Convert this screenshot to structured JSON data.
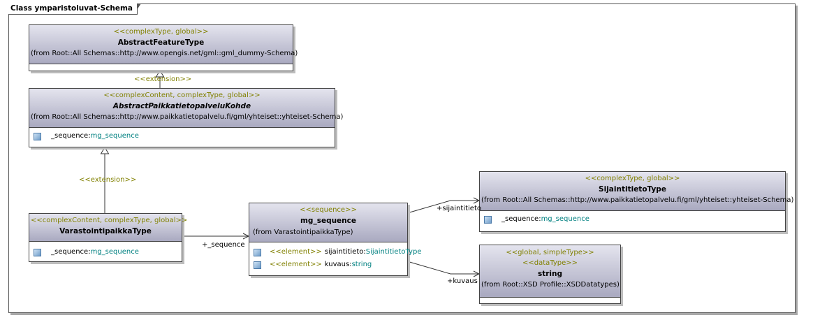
{
  "frame": {
    "title": "Class ymparistoluvat-Schema"
  },
  "classes": {
    "abstract_feature": {
      "stereotype": "<<complexType, global>>",
      "name": "AbstractFeatureType",
      "from": "(from Root::All Schemas::http://www.opengis.net/gml::gml_dummy-Schema)"
    },
    "abstract_paikka": {
      "stereotype": "<<complexContent, complexType, global>>",
      "name": "AbstractPaikkatietopalveluKohde",
      "from": "(from Root::All Schemas::http://www.paikkatietopalvelu.fi/gml/yhteiset::yhteiset-Schema)",
      "attr_name": "_sequence:",
      "attr_type": "mg_sequence"
    },
    "varastointi": {
      "stereotype": "<<complexContent, complexType, global>>",
      "name": "VarastointipaikkaType",
      "attr_name": "_sequence:",
      "attr_type": "mg_sequence"
    },
    "mg_sequence": {
      "stereotype": "<<sequence>>",
      "name": "mg_sequence",
      "from": "(from VarastointipaikkaType)",
      "el1_st": "<<element>>",
      "el1_name": "sijaintitieto:",
      "el1_type": "SijaintitietoType",
      "el2_st": "<<element>>",
      "el2_name": "kuvaus:",
      "el2_type": "string"
    },
    "sijaintitieto": {
      "stereotype": "<<complexType, global>>",
      "name": "SijaintitietoType",
      "from": "(from Root::All Schemas::http://www.paikkatietopalvelu.fi/gml/yhteiset::yhteiset-Schema)",
      "attr_name": "_sequence:",
      "attr_type": "mg_sequence"
    },
    "string": {
      "stereotype1": "<<global, simpleType>>",
      "stereotype2": "<<dataType>>",
      "name": "string",
      "from": "(from Root::XSD Profile::XSDDatatypes)"
    }
  },
  "relations": {
    "extension1": "<<extension>>",
    "extension2": "<<extension>>",
    "seq_role": "+_sequence",
    "sij_role": "+sijaintitieto",
    "kuv_role": "+kuvaus"
  }
}
